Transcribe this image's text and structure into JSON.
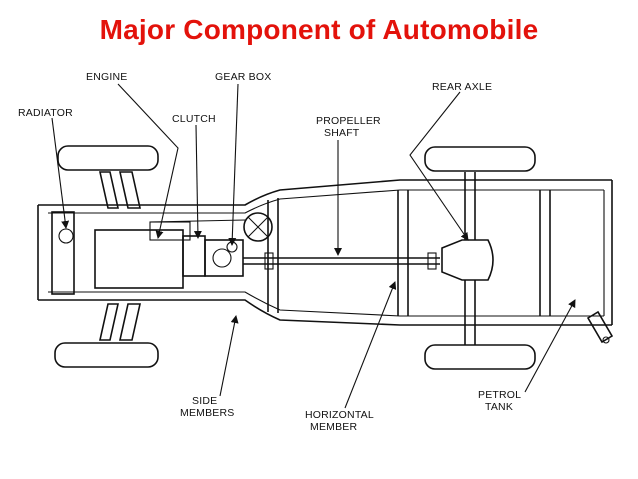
{
  "title": "Major Component of Automobile",
  "labels": {
    "engine": "ENGINE",
    "gear_box": "GEAR BOX",
    "radiator": "RADIATOR",
    "clutch": "CLUTCH",
    "propeller_1": "PROPELLER",
    "propeller_2": "SHAFT",
    "rear_axle": "REAR AXLE",
    "side_1": "SIDE",
    "side_2": "MEMBERS",
    "horizontal_1": "HORIZONTAL",
    "horizontal_2": "MEMBER",
    "petrol_1": "PETROL",
    "petrol_2": "TANK"
  }
}
